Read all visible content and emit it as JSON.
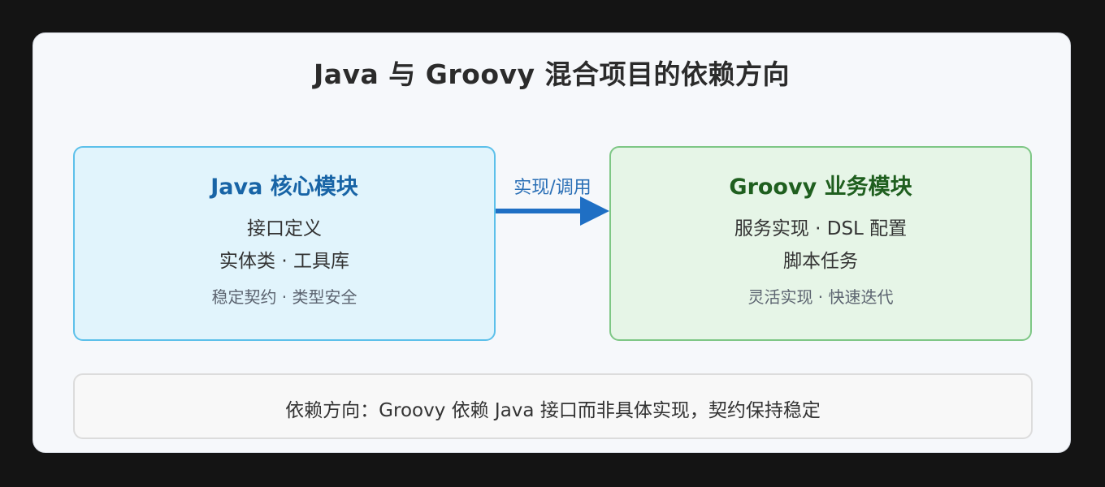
{
  "title": "Java 与 Groovy 混合项目的依赖方向",
  "java_module": {
    "title": "Java 核心模块",
    "line1": "接口定义",
    "line2": "实体类 · 工具库",
    "note": "稳定契约 · 类型安全"
  },
  "groovy_module": {
    "title": "Groovy 业务模块",
    "line1": "服务实现 · DSL 配置",
    "line2": "脚本任务",
    "note": "灵活实现 · 快速迭代"
  },
  "arrow": {
    "label": "实现/调用"
  },
  "footer": {
    "text": "依赖方向：Groovy 依赖 Java 接口而非具体实现，契约保持稳定"
  },
  "colors": {
    "java_fill": "#e1f4fc",
    "java_border": "#5cc0ea",
    "java_title": "#1864a6",
    "groovy_fill": "#e6f5e7",
    "groovy_border": "#7ec785",
    "groovy_title": "#1f5f1f",
    "arrow": "#1f6fc4"
  }
}
